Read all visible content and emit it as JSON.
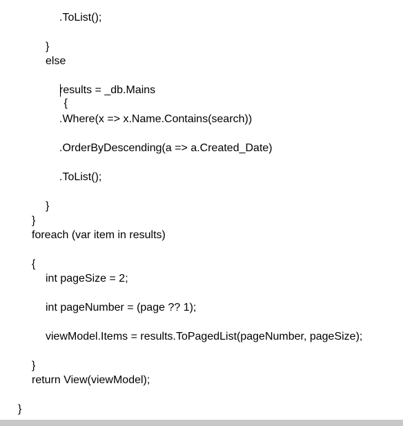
{
  "code": {
    "lines": [
      ".ToList();",
      "}",
      "else",
      "{",
      "results = _db.Mains",
      ".Where(x => x.Name.Contains(search))",
      ".OrderByDescending(a => a.Created_Date)",
      ".ToList();",
      "}",
      "}",
      "foreach (var item in results)",
      "{",
      "int pageSize = 2;",
      "int pageNumber = (page ?? 1);",
      "viewModel.Items = results.ToPagedList(pageNumber, pageSize);",
      "}",
      "return View(viewModel);",
      "}"
    ]
  }
}
